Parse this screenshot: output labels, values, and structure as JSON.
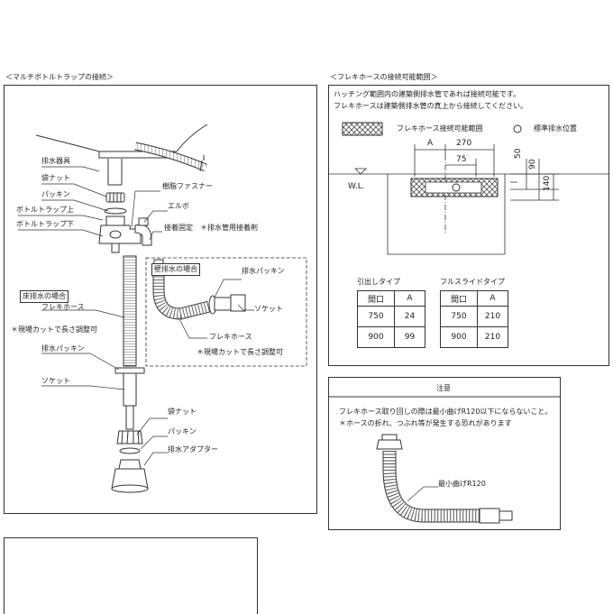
{
  "left_panel": {
    "title": "＜マルチボトルトラップの接続＞",
    "labels": {
      "drain_fixture": "排水器具",
      "bag_nut_top": "袋ナット",
      "packing_top": "パッキン",
      "bottle_trap_upper": "ボトルトラップ上",
      "bottle_trap_lower": "ボトルトラップ下",
      "resin_fastener": "樹脂ファスナー",
      "elbow": "エルボ",
      "adhesive_fix": "接着固定",
      "adhesive_note": "＊排水管用接着剤",
      "floor_drain_case": "床排水の場合",
      "flexi_hose": "フレキホース",
      "cut_adjust_note": "＊現場カットで長さ調整可",
      "drain_packing": "排水パッキン",
      "socket": "ソケット",
      "bag_nut_bottom": "袋ナット",
      "packing_bottom": "パッキン",
      "drain_adapter": "排水アダプター"
    },
    "inset": {
      "wall_drain_case": "壁排水の場合",
      "drain_packing": "排水パッキン",
      "socket": "ソケット",
      "flexi_hose": "フレキホース",
      "cut_adjust_note": "＊現場カットで長さ調整可"
    }
  },
  "right_panel": {
    "title": "＜フレキホースの接続可能範囲＞",
    "note_line1": "ハッチング範囲内の建築側排水管であれば接続可能です。",
    "note_line2": "フレキホースは建築側排水管の真上から接続してください。",
    "legend_range": "フレキホース接続可能範囲",
    "legend_std": "標準排水位置",
    "dim_A": "A",
    "dim_270": "270",
    "dim_75": "75",
    "dim_50": "50",
    "dim_90": "90",
    "dim_140": "140",
    "wl_label": "W.L.",
    "table1": {
      "title": "引出しタイプ",
      "headers": [
        "間口",
        "A"
      ],
      "rows": [
        [
          "750",
          "24"
        ],
        [
          "900",
          "99"
        ]
      ]
    },
    "table2": {
      "title": "フルスライドタイプ",
      "headers": [
        "間口",
        "A"
      ],
      "rows": [
        [
          "750",
          "210"
        ],
        [
          "900",
          "210"
        ]
      ]
    }
  },
  "caution_panel": {
    "title": "注意",
    "line1": "フレキホース取り回しの際は最小曲げR120以下にならないこと。",
    "line2": "＊ホースの折れ、つぶれ等が発生する恐れがあります",
    "min_bend": "最小曲げR120"
  }
}
